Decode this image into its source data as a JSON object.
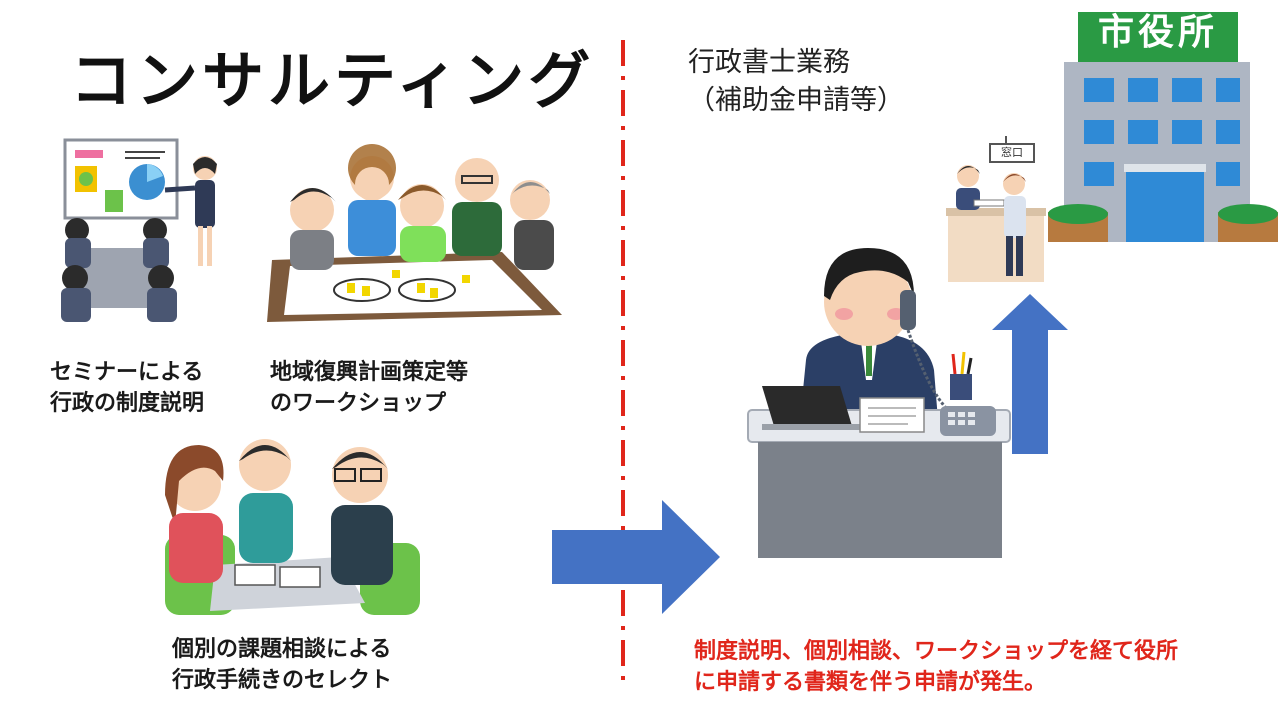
{
  "left": {
    "title": "コンサルティング",
    "caption_seminar": [
      "セミナーによる",
      "行政の制度説明"
    ],
    "caption_workshop": [
      "地域復興計画策定等",
      "のワークショップ"
    ],
    "caption_consult": [
      "個別の課題相談による",
      "行政手続きのセレクト"
    ]
  },
  "right": {
    "title": [
      "行政書士業務",
      "（補助金申請等）"
    ],
    "city_hall_sign": "市役所",
    "counter_sign": "窓口",
    "conclusion": [
      "制度説明、個別相談、ワークショップを経て役所",
      "に申請する書類を伴う申請が発生。"
    ]
  },
  "colors": {
    "arrow": "#4472c4",
    "divider": "#e0261b",
    "conclusion": "#e0261b"
  }
}
